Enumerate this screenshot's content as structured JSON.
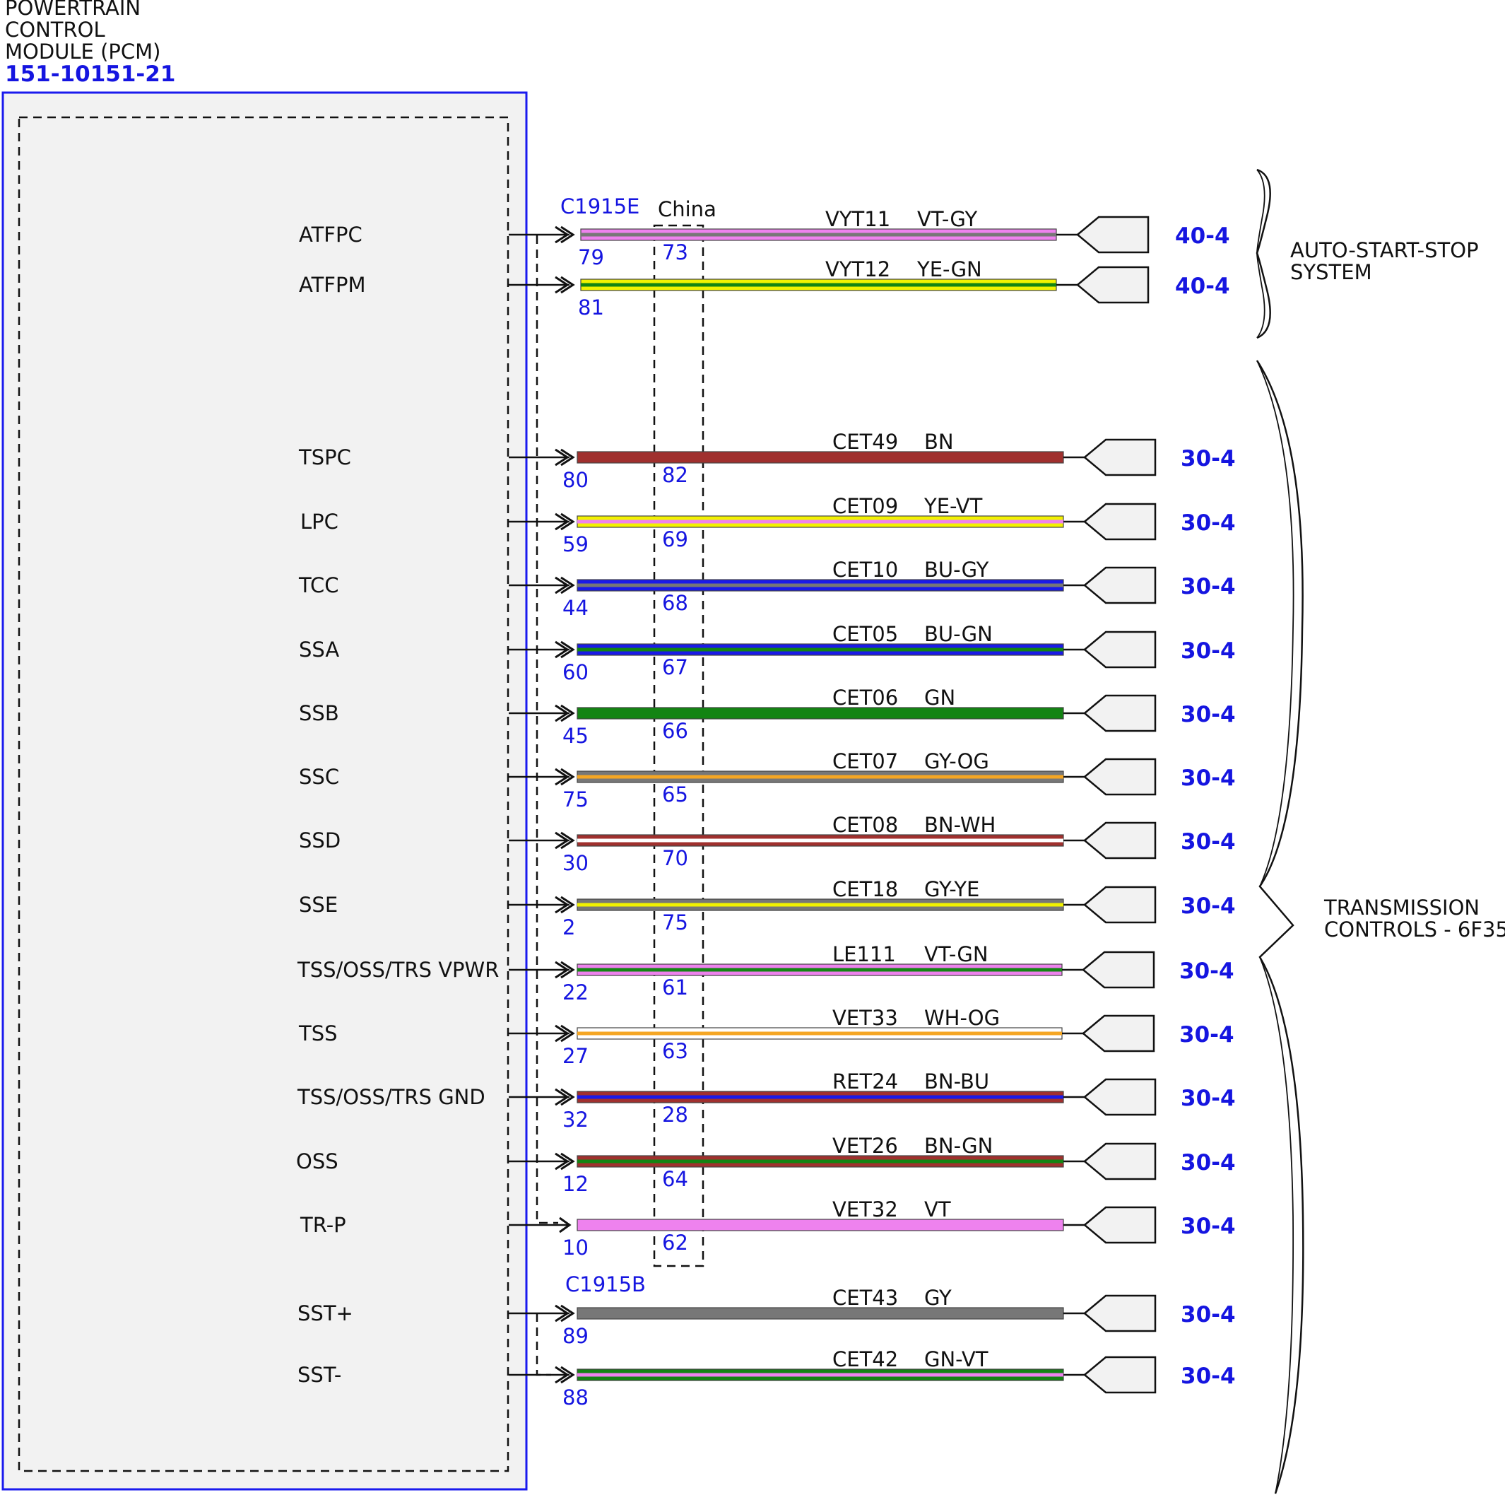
{
  "module": {
    "title_lines": [
      "POWERTRAIN",
      "CONTROL",
      "MODULE (PCM)"
    ],
    "part_number": "151-10151-21"
  },
  "connectors": {
    "primary": "C1915E",
    "secondary": "C1915B",
    "china": "China"
  },
  "colors": {
    "module_border": "#1a1aee",
    "module_fill": "#f2f2f2",
    "blue_text": "#1515e0",
    "VT": "#ee82ee",
    "GY": "#777777",
    "YE": "#f2f200",
    "GN": "#138413",
    "BN": "#a0302e",
    "BU": "#1a1ae8",
    "OG": "#f5a623",
    "WH": "#ffffff"
  },
  "circuits": [
    {
      "signal": "ATFPC",
      "pin": "79",
      "china_pin": "73",
      "circuit": "VYT11",
      "color_label": "VT-GY",
      "ref": "40-4",
      "colors": [
        "VT",
        "GY"
      ]
    },
    {
      "signal": "ATFPM",
      "pin": "81",
      "china_pin": "",
      "circuit": "VYT12",
      "color_label": "YE-GN",
      "ref": "40-4",
      "colors": [
        "YE",
        "GN"
      ]
    },
    {
      "signal": "TSPC",
      "pin": "80",
      "china_pin": "82",
      "circuit": "CET49",
      "color_label": "BN",
      "ref": "30-4",
      "colors": [
        "BN"
      ]
    },
    {
      "signal": "LPC",
      "pin": "59",
      "china_pin": "69",
      "circuit": "CET09",
      "color_label": "YE-VT",
      "ref": "30-4",
      "colors": [
        "YE",
        "VT"
      ]
    },
    {
      "signal": "TCC",
      "pin": "44",
      "china_pin": "68",
      "circuit": "CET10",
      "color_label": "BU-GY",
      "ref": "30-4",
      "colors": [
        "BU",
        "GY"
      ]
    },
    {
      "signal": "SSA",
      "pin": "60",
      "china_pin": "67",
      "circuit": "CET05",
      "color_label": "BU-GN",
      "ref": "30-4",
      "colors": [
        "BU",
        "GN"
      ]
    },
    {
      "signal": "SSB",
      "pin": "45",
      "china_pin": "66",
      "circuit": "CET06",
      "color_label": "GN",
      "ref": "30-4",
      "colors": [
        "GN"
      ]
    },
    {
      "signal": "SSC",
      "pin": "75",
      "china_pin": "65",
      "circuit": "CET07",
      "color_label": "GY-OG",
      "ref": "30-4",
      "colors": [
        "GY",
        "OG"
      ]
    },
    {
      "signal": "SSD",
      "pin": "30",
      "china_pin": "70",
      "circuit": "CET08",
      "color_label": "BN-WH",
      "ref": "30-4",
      "colors": [
        "BN",
        "WH"
      ]
    },
    {
      "signal": "SSE",
      "pin": "2",
      "china_pin": "75",
      "circuit": "CET18",
      "color_label": "GY-YE",
      "ref": "30-4",
      "colors": [
        "GY",
        "YE"
      ]
    },
    {
      "signal": "TSS/OSS/TRS VPWR",
      "pin": "22",
      "china_pin": "61",
      "circuit": "LE111",
      "color_label": "VT-GN",
      "ref": "30-4",
      "colors": [
        "VT",
        "GN"
      ]
    },
    {
      "signal": "TSS",
      "pin": "27",
      "china_pin": "63",
      "circuit": "VET33",
      "color_label": "WH-OG",
      "ref": "30-4",
      "colors": [
        "WH",
        "OG"
      ]
    },
    {
      "signal": "TSS/OSS/TRS GND",
      "pin": "32",
      "china_pin": "28",
      "circuit": "RET24",
      "color_label": "BN-BU",
      "ref": "30-4",
      "colors": [
        "BN",
        "BU"
      ]
    },
    {
      "signal": "OSS",
      "pin": "12",
      "china_pin": "64",
      "circuit": "VET26",
      "color_label": "BN-GN",
      "ref": "30-4",
      "colors": [
        "BN",
        "GN"
      ]
    },
    {
      "signal": "TR-P",
      "pin": "10",
      "china_pin": "62",
      "circuit": "VET32",
      "color_label": "VT",
      "ref": "30-4",
      "colors": [
        "VT"
      ]
    },
    {
      "signal": "SST+",
      "pin": "89",
      "china_pin": "",
      "circuit": "CET43",
      "color_label": "GY",
      "ref": "30-4",
      "colors": [
        "GY"
      ]
    },
    {
      "signal": "SST-",
      "pin": "88",
      "china_pin": "",
      "circuit": "CET42",
      "color_label": "GN-VT",
      "ref": "30-4",
      "colors": [
        "GN",
        "VT"
      ]
    }
  ],
  "groups": [
    {
      "label_lines": [
        "AUTO-START-STOP",
        "SYSTEM"
      ]
    },
    {
      "label_lines": [
        "TRANSMISSION",
        "CONTROLS - 6F35"
      ]
    }
  ]
}
